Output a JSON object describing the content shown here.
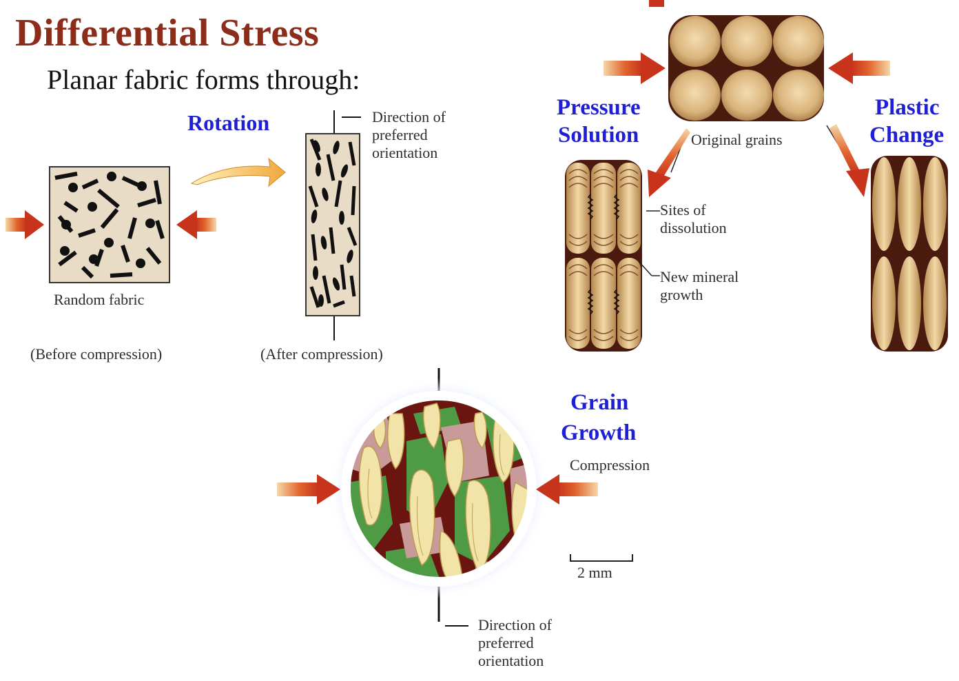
{
  "title": "Differential Stress",
  "subtitle": "Planar fabric forms through:",
  "rotation": {
    "heading": "Rotation",
    "random_fabric": "Random fabric",
    "before": "(Before compression)",
    "after": "(After compression)",
    "direction_lines": [
      "Direction of",
      "preferred",
      "orientation"
    ]
  },
  "pressure_solution": {
    "heading_lines": [
      "Pressure",
      "Solution"
    ],
    "original_grains": "Original grains",
    "sites_lines": [
      "Sites of",
      "dissolution"
    ],
    "new_mineral_lines": [
      "New mineral",
      "growth"
    ]
  },
  "plastic_change": {
    "heading_lines": [
      "Plastic",
      "Change"
    ]
  },
  "grain_growth": {
    "heading_lines": [
      "Grain",
      "Growth"
    ],
    "compression": "Compression",
    "scale": "2 mm",
    "direction_lines": [
      "Direction of",
      "preferred",
      "orientation"
    ]
  },
  "colors": {
    "title": "#8b2d1a",
    "heading_blue": "#1f1fd6",
    "arrow_red": "#c8331c",
    "arrow_orange": "#f0b24a",
    "grain_tan": "#d9b47c",
    "grain_dark": "#4a1a0e",
    "fabric_bg": "#e9dcc6",
    "grain_green": "#4f9a44",
    "grain_pink": "#c99a9a",
    "grain_cream": "#f2e4a8",
    "grain_maroon": "#6a1510"
  }
}
